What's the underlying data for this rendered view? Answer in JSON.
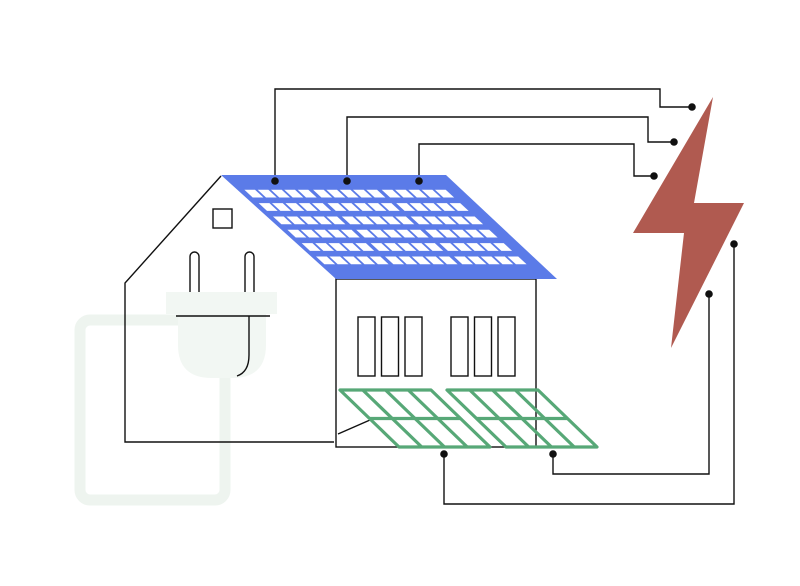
{
  "colors": {
    "background": "#ffffff",
    "line": "#111111",
    "roof_panel": "#5b7be8",
    "ground_panel": "#57a877",
    "lightning": "#b05a50",
    "plug": "#f2f7f3",
    "cable": "#eef4ef"
  },
  "icons": {
    "lightning": "lightning-bolt-icon",
    "plug": "power-plug-icon",
    "roof_solar": "solar-panel-icon",
    "ground_solar": "solar-panel-icon"
  },
  "diagram": {
    "roof_panel_count": 3,
    "ground_panel_count": 2,
    "window_groups": 2,
    "windows_per_group": 3,
    "connections_to_lightning": 5
  }
}
